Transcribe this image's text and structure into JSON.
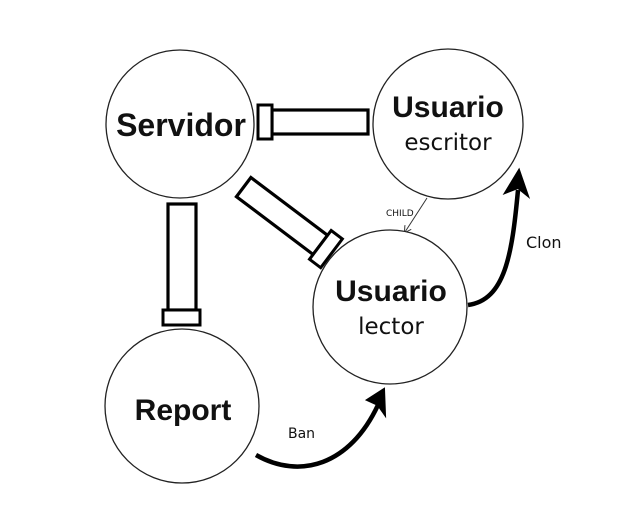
{
  "diagram": {
    "nodes": {
      "servidor": {
        "title": "Servidor",
        "subtitle": ""
      },
      "usuario_escritor": {
        "title": "Usuario",
        "subtitle": "escritor"
      },
      "usuario_lector": {
        "title": "Usuario",
        "subtitle": "lector"
      },
      "report": {
        "title": "Report",
        "subtitle": ""
      }
    },
    "edges": {
      "child": {
        "label": "CHILD"
      },
      "clon": {
        "label": "Clon"
      },
      "ban": {
        "label": "Ban"
      }
    },
    "colors": {
      "stroke": "#000000",
      "fill": "#ffffff",
      "text": "#111111"
    }
  }
}
